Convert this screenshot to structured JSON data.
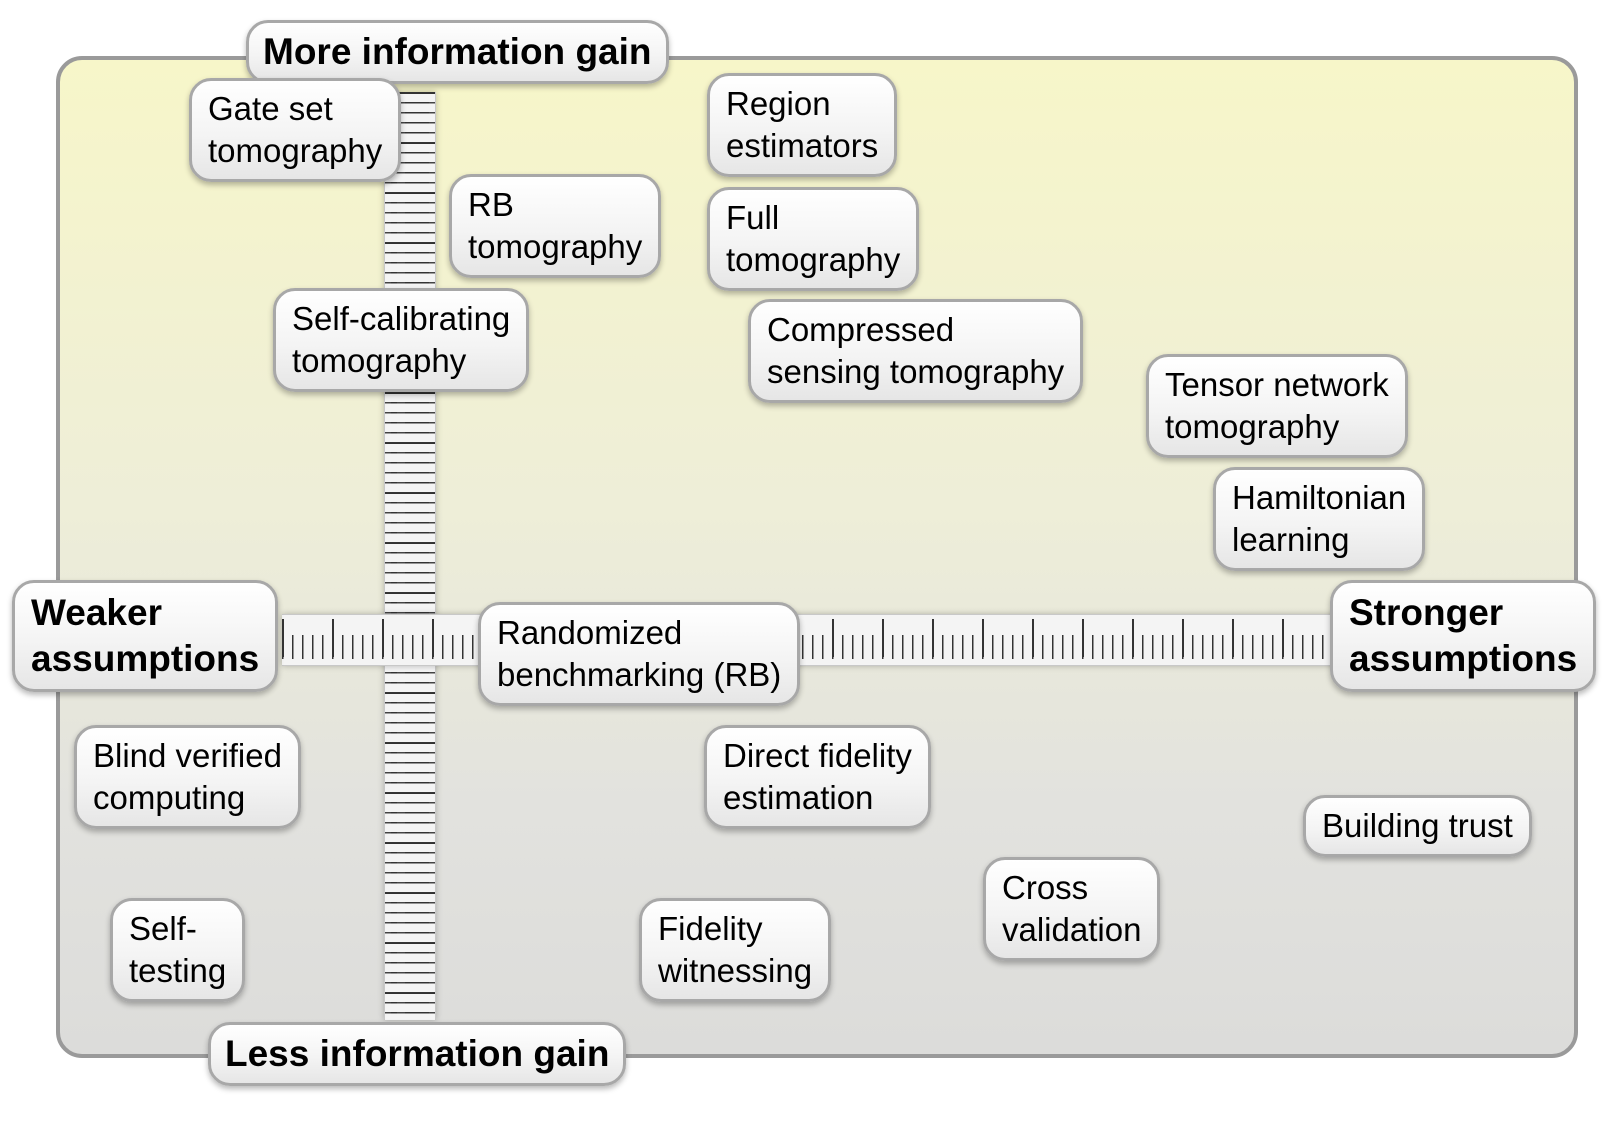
{
  "axes": {
    "top": "More information gain",
    "bottom": "Less information gain",
    "left": {
      "line1": "Weaker",
      "line2": "assumptions"
    },
    "right": {
      "line1": "Stronger",
      "line2": "assumptions"
    }
  },
  "methods": [
    {
      "line1": "Gate set",
      "line2": "tomography"
    },
    {
      "line1": "RB",
      "line2": "tomography"
    },
    {
      "line1": "Region",
      "line2": "estimators"
    },
    {
      "line1": "Full",
      "line2": "tomography"
    },
    {
      "line1": "Compressed",
      "line2": "sensing tomography"
    },
    {
      "line1": "Self-calibrating",
      "line2": "tomography"
    },
    {
      "line1": "Tensor network",
      "line2": "tomography"
    },
    {
      "line1": "Hamiltonian",
      "line2": "learning"
    },
    {
      "line1": "Randomized",
      "line2": "benchmarking (RB)"
    },
    {
      "line1": "Blind verified",
      "line2": "computing"
    },
    {
      "line1": "Direct fidelity",
      "line2": "estimation"
    },
    {
      "line1": "Building trust",
      "line2": ""
    },
    {
      "line1": "Cross",
      "line2": "validation"
    },
    {
      "line1": "Self-",
      "line2": "testing"
    },
    {
      "line1": "Fidelity",
      "line2": "witnessing"
    }
  ]
}
